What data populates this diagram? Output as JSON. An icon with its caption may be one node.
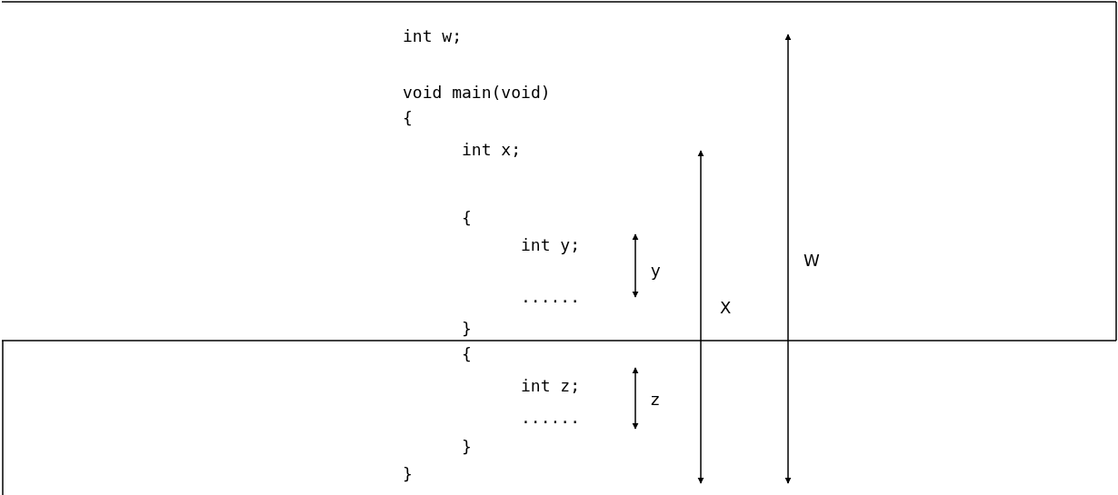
{
  "diagram": {
    "labels": [
      "int w;",
      "void main(void)",
      "{",
      "int x;",
      "{",
      "int y;",
      "W",
      "y",
      "......",
      "X",
      "}",
      "{",
      "int z;",
      "z",
      "......",
      "}",
      "}"
    ]
  }
}
